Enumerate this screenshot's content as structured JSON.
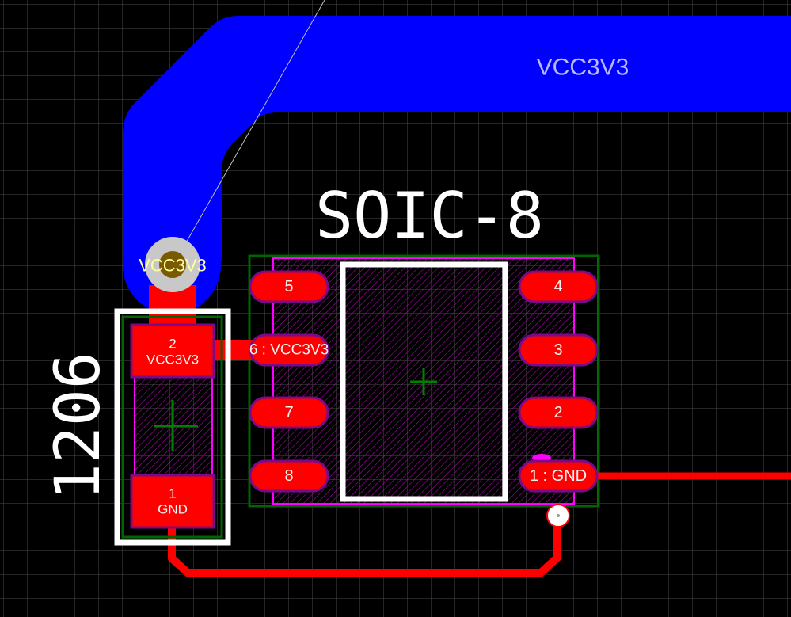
{
  "net_labels": {
    "trace_vcc": "VCC3V3",
    "via_vcc": "VCC3V3"
  },
  "components": {
    "soic": {
      "designator": "SOIC-8",
      "pads": {
        "p1": "1 : GND",
        "p2": "2",
        "p3": "3",
        "p4": "4",
        "p5": "5",
        "p6": "6 : VCC3V3",
        "p7": "7",
        "p8": "8"
      }
    },
    "r1206": {
      "designator": "1206",
      "pad2": {
        "number": "2",
        "net": "VCC3V3"
      },
      "pad1": {
        "number": "1",
        "net": "GND"
      }
    }
  },
  "colors": {
    "background": "#000000",
    "grid": "#4a4a4a",
    "top_copper": "#ff0000",
    "vcc_pour": "#0000ff",
    "vcc_label": "#b8b8ff",
    "silkscreen": "#ffffff",
    "courtyard": "#006400",
    "assembly": "#ff00ff",
    "pad_outline": "#7a0a8a",
    "via_ring": "#c8c8c8",
    "via_core": "#7a5a00"
  }
}
